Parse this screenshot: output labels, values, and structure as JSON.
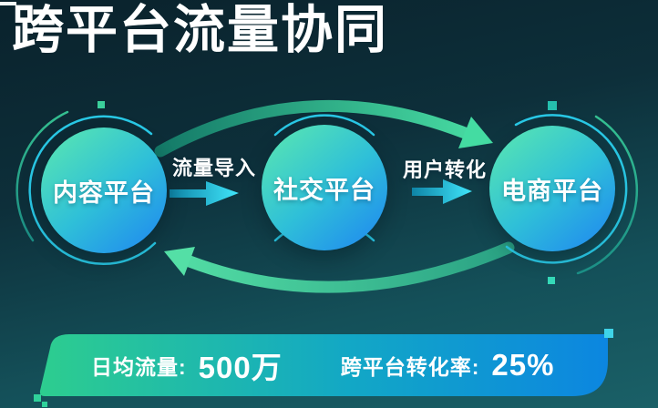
{
  "title": "跨平台流量协同",
  "nodes": [
    {
      "label": "内容平台"
    },
    {
      "label": "社交平台"
    },
    {
      "label": "电商平台"
    }
  ],
  "flows": [
    {
      "label": "流量导入"
    },
    {
      "label": "用户转化"
    }
  ],
  "stats": [
    {
      "label": "日均流量:",
      "value": "500万"
    },
    {
      "label": "跨平台转化率:",
      "value": "25%"
    }
  ],
  "icons": {
    "forward_cycle": "curved-arrow-right",
    "return_cycle": "curved-arrow-left",
    "flow_arrow": "arrow-right"
  },
  "colors": {
    "background_top": "#0a222c",
    "background_bottom": "#1a6067",
    "node_gradient_start": "#5ce9ae",
    "node_gradient_end": "#1e84f2",
    "arc_cyan": "#2bd2f0",
    "arc_green": "#2fcf9d",
    "cycle_arrow_green": "#47dea4",
    "flow_arrow_cyan": "#40e6fb",
    "stats_bar_start": "#2dcd8f",
    "stats_bar_end": "#0c86e0",
    "text": "#ffffff"
  }
}
